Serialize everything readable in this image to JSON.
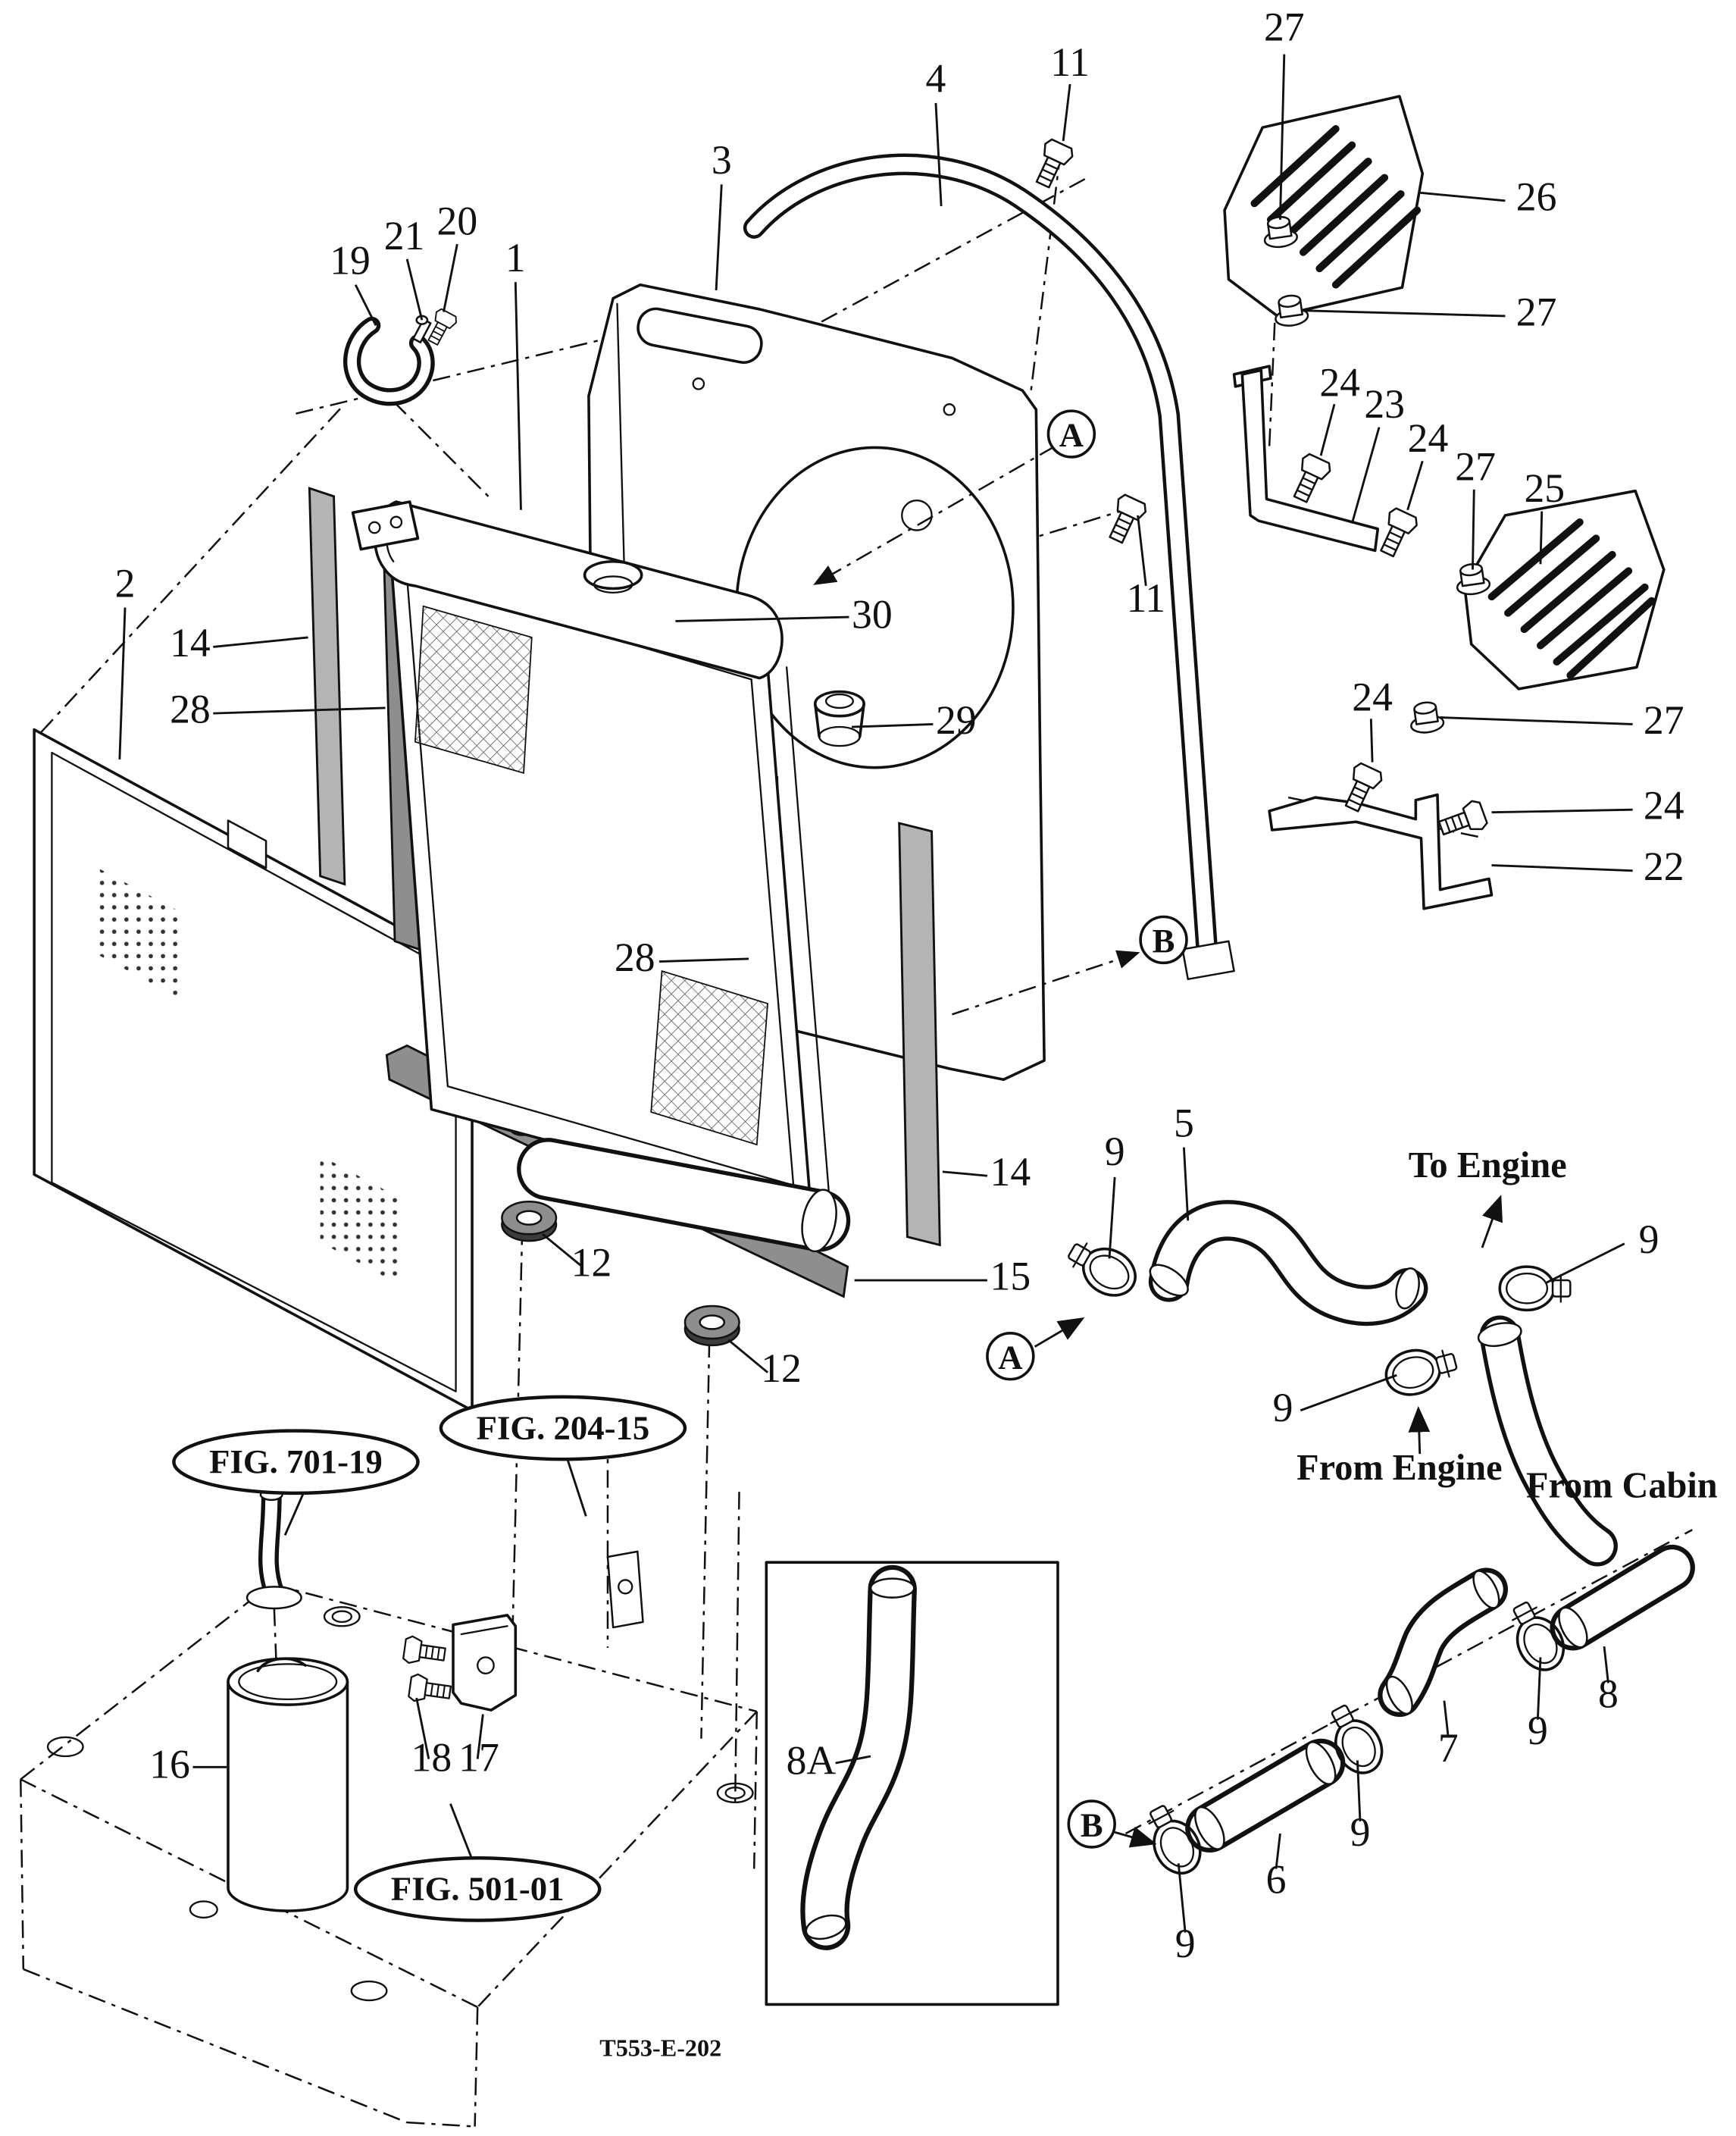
{
  "document": {
    "drawing_number": "T553-E-202",
    "description": "Exploded parts diagram of radiator, shroud, guard plates and coolant hoses"
  },
  "callouts": [
    {
      "text": "27"
    },
    {
      "text": "4"
    },
    {
      "text": "11"
    },
    {
      "text": "26"
    },
    {
      "text": "3"
    },
    {
      "text": "27"
    },
    {
      "text": "19"
    },
    {
      "text": "21"
    },
    {
      "text": "20"
    },
    {
      "text": "1"
    },
    {
      "text": "24"
    },
    {
      "text": "23"
    },
    {
      "text": "24"
    },
    {
      "text": "27"
    },
    {
      "text": "25"
    },
    {
      "text": "11"
    },
    {
      "text": "30"
    },
    {
      "text": "2"
    },
    {
      "text": "14"
    },
    {
      "text": "28"
    },
    {
      "text": "29"
    },
    {
      "text": "24"
    },
    {
      "text": "27"
    },
    {
      "text": "24"
    },
    {
      "text": "22"
    },
    {
      "text": "28"
    },
    {
      "text": "14"
    },
    {
      "text": "9"
    },
    {
      "text": "5"
    },
    {
      "text": "9"
    },
    {
      "text": "9"
    },
    {
      "text": "12"
    },
    {
      "text": "15"
    },
    {
      "text": "12"
    },
    {
      "text": "8"
    },
    {
      "text": "9"
    },
    {
      "text": "7"
    },
    {
      "text": "9"
    },
    {
      "text": "6"
    },
    {
      "text": "9"
    },
    {
      "text": "8A"
    },
    {
      "text": "16"
    },
    {
      "text": "18"
    },
    {
      "text": "17"
    }
  ],
  "section_markers": [
    {
      "text": "A"
    },
    {
      "text": "B"
    },
    {
      "text": "A"
    },
    {
      "text": "B"
    }
  ],
  "direction_labels": {
    "to_engine": "To Engine",
    "from_engine": "From Engine",
    "from_cabin": "From Cabin"
  },
  "figure_refs": [
    {
      "text": "FIG. 701-19"
    },
    {
      "text": "FIG. 204-15"
    },
    {
      "text": "FIG. 501-01"
    }
  ],
  "colors": {
    "line": "#111111",
    "strip-light": "#b4b4b4",
    "strip-dark": "#8e8e8e",
    "paper": "#ffffff"
  }
}
